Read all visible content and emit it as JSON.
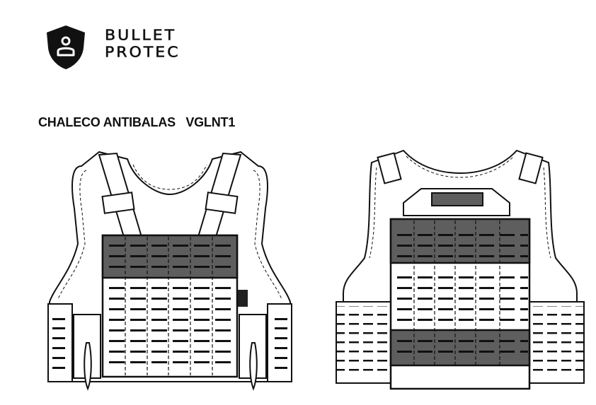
{
  "brand": {
    "logo_icon": "shield-person-icon",
    "line1": "BULLET",
    "line2": "PROTEC"
  },
  "document": {
    "title": "CHALECO ANTIBALAS   VGLNT1"
  },
  "views": [
    {
      "name": "front-view",
      "description": "Front view of plate carrier vest with shoulder straps, buckles, MOLLE panel, side cummerbund"
    },
    {
      "name": "back-view",
      "description": "Back view of plate carrier vest with drag handle, MOLLE panel, side cummerbund"
    }
  ],
  "colors": {
    "ink": "#111111",
    "panel_dark": "#5e5e5e",
    "background": "#ffffff"
  }
}
